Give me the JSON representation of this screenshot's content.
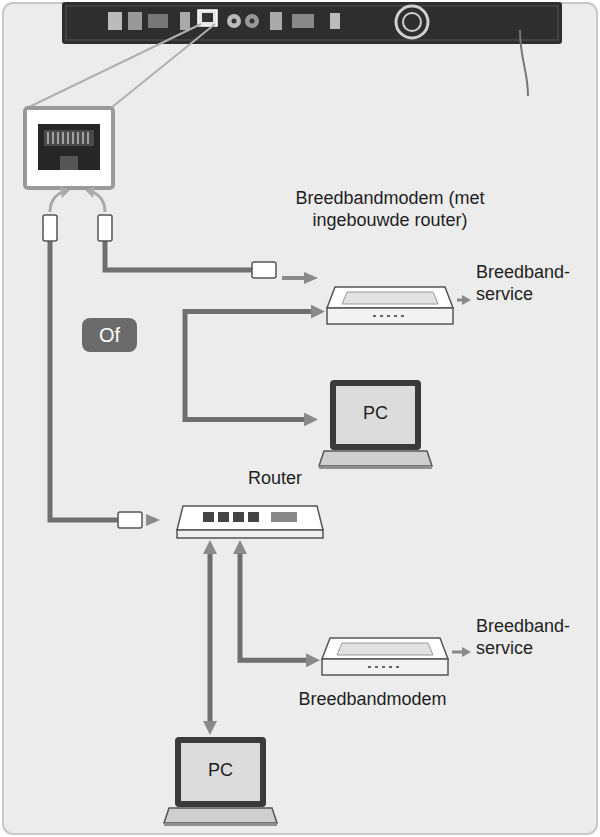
{
  "diagram": {
    "nodes": [
      {
        "text": [
          "Breedbandmodem (met ingebouwde router)"
        ]
      },
      {
        "text": [
          "Of"
        ]
      },
      {
        "text": [
          "PC"
        ]
      },
      {
        "text": [
          "Router"
        ]
      },
      {
        "text": [
          "Breedbandmodem"
        ]
      },
      {
        "text": [
          "PC"
        ]
      }
    ],
    "edges": [
      {
        "from": 0,
        "to": 2,
        "arrow": "both"
      },
      {
        "from": 3,
        "to": 5,
        "arrow": "both"
      },
      {
        "from": 3,
        "to": 4,
        "arrow": "both"
      }
    ],
    "labels": [
      "Breedband-service",
      "Breedband-service"
    ]
  }
}
